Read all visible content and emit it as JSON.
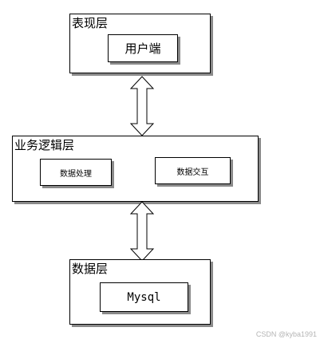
{
  "diagram": {
    "presentation_layer": {
      "title": "表现层",
      "component": "用户端"
    },
    "business_logic_layer": {
      "title": "业务逻辑层",
      "components": [
        "数据处理",
        "数据交互"
      ]
    },
    "data_layer": {
      "title": "数据层",
      "component": "Mysql"
    },
    "connectors": [
      {
        "from": "表现层",
        "to": "业务逻辑层",
        "type": "double-headed-arrow"
      },
      {
        "from": "业务逻辑层",
        "to": "数据层",
        "type": "double-headed-arrow"
      }
    ]
  },
  "watermark": "CSDN @kyba1991"
}
